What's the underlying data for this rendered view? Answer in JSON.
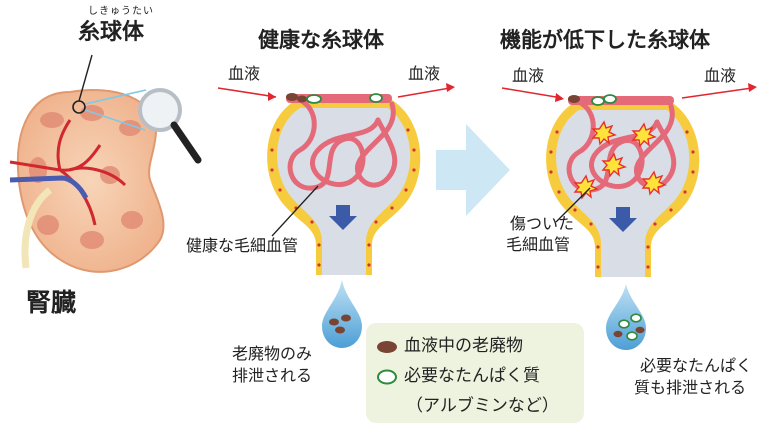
{
  "kidney": {
    "ruby": "しきゅうたい",
    "glomerulus_label": "糸球体",
    "organ_label": "腎臓"
  },
  "healthy": {
    "title": "健康な糸球体",
    "blood_in": "血液",
    "blood_out": "血液",
    "capillary_label": "健康な毛細血管",
    "excretion_line1": "老廃物のみ",
    "excretion_line2": "排泄される"
  },
  "damaged": {
    "title": "機能が低下した糸球体",
    "blood_in": "血液",
    "blood_out": "血液",
    "capillary_line1": "傷ついた",
    "capillary_line2": "毛細血管",
    "excretion_line1": "必要なたんぱく",
    "excretion_line2": "質も排泄される"
  },
  "legend": {
    "waste": "血液中の老廃物",
    "protein": "必要なたんぱく質",
    "protein_example": "（アルブミンなど）"
  },
  "colors": {
    "arrow_red": "#e0262f",
    "vessel_pink": "#e46a7a",
    "wall_yellow": "#f6cc3e",
    "capsule_gray": "#cfd6e2",
    "tubule_blue": "#3b5ba8",
    "drop_blue": "#5aa7da",
    "waste_brown": "#7a4434",
    "protein_green": "#2e8b3e",
    "legend_bg": "#eef3df",
    "big_arrow": "#cde7f5"
  }
}
